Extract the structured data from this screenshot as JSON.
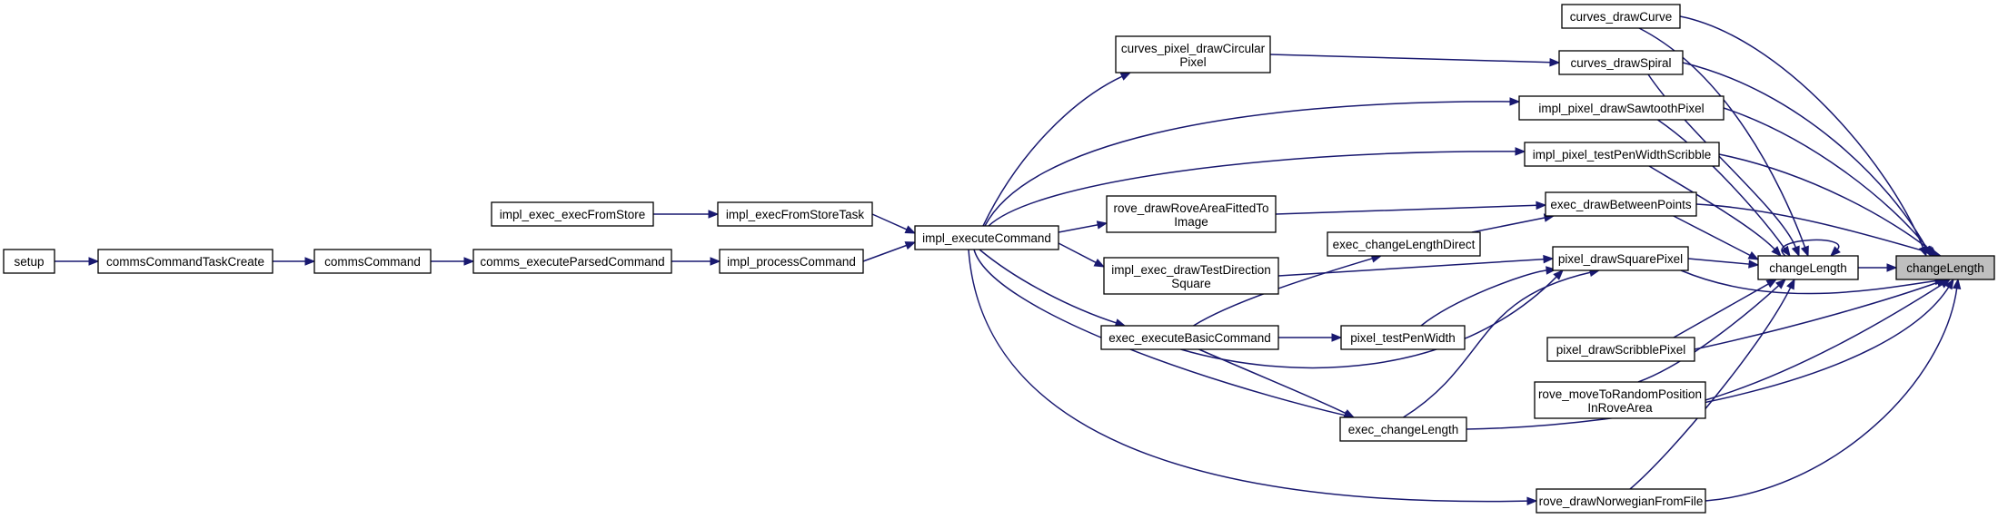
{
  "colors": {
    "edge": "#191970",
    "focus_fill": "#bfbfbf",
    "node_border": "#000000"
  },
  "nodes": {
    "setup": {
      "lines": [
        "setup"
      ]
    },
    "commsCommandTaskCreate": {
      "lines": [
        "commsCommandTaskCreate"
      ]
    },
    "commsCommand": {
      "lines": [
        "commsCommand"
      ]
    },
    "comms_executeParsedCommand": {
      "lines": [
        "comms_executeParsedCommand"
      ]
    },
    "impl_exec_execFromStore": {
      "lines": [
        "impl_exec_execFromStore"
      ]
    },
    "impl_execFromStoreTask": {
      "lines": [
        "impl_execFromStoreTask"
      ]
    },
    "impl_processCommand": {
      "lines": [
        "impl_processCommand"
      ]
    },
    "impl_executeCommand": {
      "lines": [
        "impl_executeCommand"
      ]
    },
    "curves_pixel_drawCircularPixel": {
      "lines": [
        "curves_pixel_drawCircular",
        "Pixel"
      ]
    },
    "rove_drawRoveAreaFittedToImage": {
      "lines": [
        "rove_drawRoveAreaFittedTo",
        "Image"
      ]
    },
    "exec_changeLengthDirect": {
      "lines": [
        "exec_changeLengthDirect"
      ]
    },
    "impl_exec_drawTestDirectionSquare": {
      "lines": [
        "impl_exec_drawTestDirection",
        "Square"
      ]
    },
    "exec_executeBasicCommand": {
      "lines": [
        "exec_executeBasicCommand"
      ]
    },
    "pixel_testPenWidth": {
      "lines": [
        "pixel_testPenWidth"
      ]
    },
    "exec_changeLength": {
      "lines": [
        "exec_changeLength"
      ]
    },
    "curves_drawCurve": {
      "lines": [
        "curves_drawCurve"
      ]
    },
    "curves_drawSpiral": {
      "lines": [
        "curves_drawSpiral"
      ]
    },
    "impl_pixel_drawSawtoothPixel": {
      "lines": [
        "impl_pixel_drawSawtoothPixel"
      ]
    },
    "impl_pixel_testPenWidthScribble": {
      "lines": [
        "impl_pixel_testPenWidthScribble"
      ]
    },
    "exec_drawBetweenPoints": {
      "lines": [
        "exec_drawBetweenPoints"
      ]
    },
    "pixel_drawSquarePixel": {
      "lines": [
        "pixel_drawSquarePixel"
      ]
    },
    "pixel_drawScribblePixel": {
      "lines": [
        "pixel_drawScribblePixel"
      ]
    },
    "rove_moveToRandomPositionInRoveArea": {
      "lines": [
        "rove_moveToRandomPosition",
        "InRoveArea"
      ]
    },
    "rove_drawNorwegianFromFile": {
      "lines": [
        "rove_drawNorwegianFromFile"
      ]
    },
    "changeLength_caller": {
      "lines": [
        "changeLength"
      ]
    },
    "changeLength": {
      "lines": [
        "changeLength"
      ]
    }
  }
}
